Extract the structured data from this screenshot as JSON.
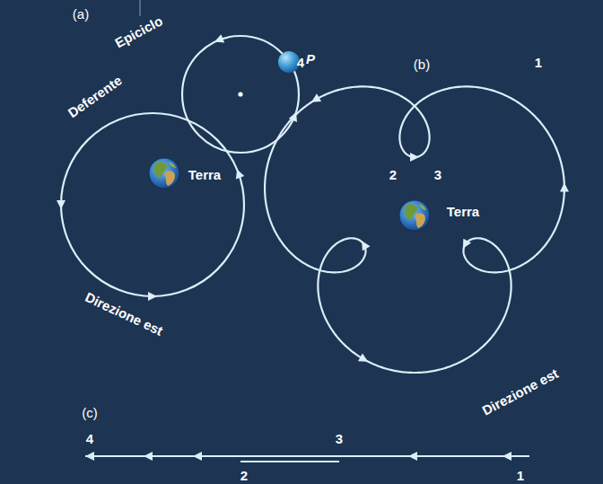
{
  "diagram": {
    "labels": [
      "(a)",
      "Epiciclo",
      "Deferente",
      "P",
      "Terra",
      "Direzione est",
      "(b)",
      "4",
      "1",
      "2",
      "3",
      "Terra",
      "Direzione est",
      "(c)",
      "4",
      "3",
      "2",
      "1"
    ]
  }
}
